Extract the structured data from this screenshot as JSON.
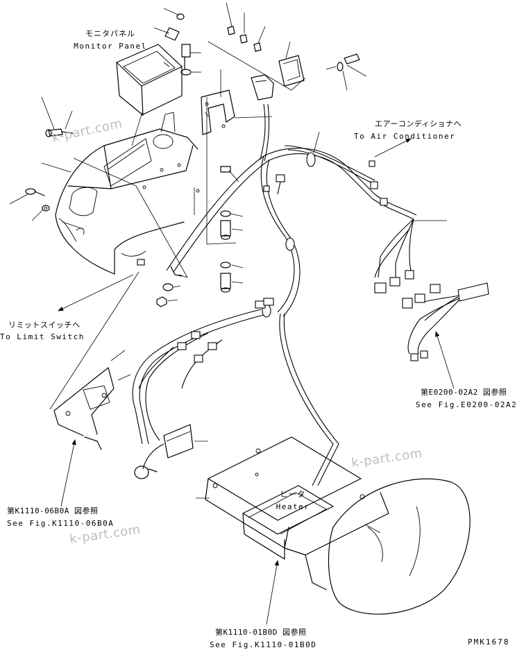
{
  "labels": {
    "monitor_panel_jp": "モニタパネル",
    "monitor_panel_en": "Monitor Panel",
    "air_conditioner_jp": "エアーコンディショナヘ",
    "air_conditioner_en": "To Air Conditioner",
    "limit_switch_jp": "リミットスイッチヘ",
    "limit_switch_en": "To Limit Switch",
    "ref_e0200_jp": "第E0200-02A2 図参照",
    "ref_e0200_en": "See Fig.E0200-02A2",
    "ref_k1110_06_jp": "第K1110-06B0A 図参照",
    "ref_k1110_06_en": "See Fig.K1110-06B0A",
    "heater_jp": "ヒータ",
    "heater_en": "Heater",
    "ref_k1110_01_jp": "第K1110-01B0D 図参照",
    "ref_k1110_01_en": "See Fig.K1110-01B0D",
    "drawing_code": "PMK1678"
  },
  "watermark": "k-part.com"
}
